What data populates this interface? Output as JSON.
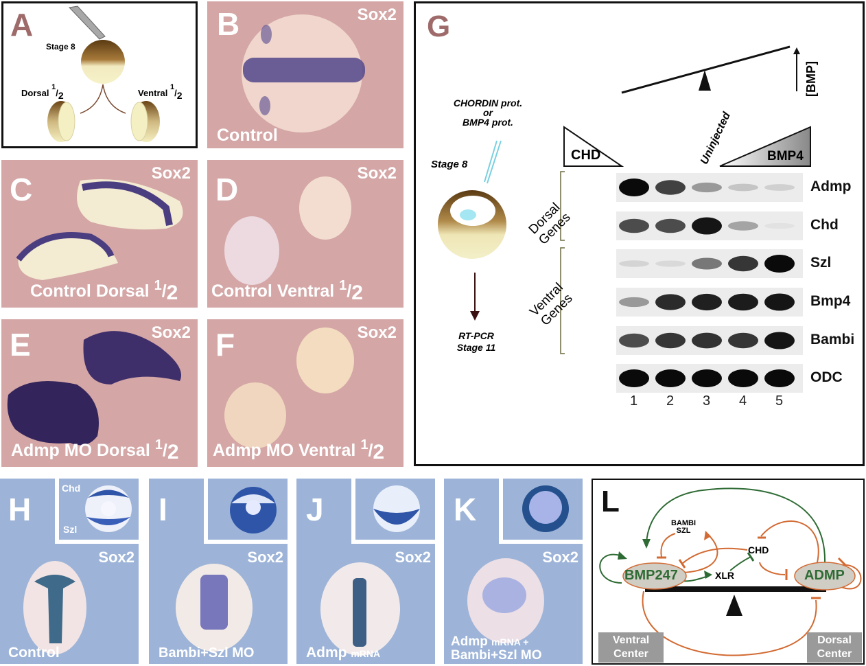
{
  "panels": {
    "A": {
      "letter": "A",
      "stage": "Stage 8",
      "dorsal": "Dorsal",
      "ventral": "Ventral",
      "frac_num": "1",
      "frac_den": "2"
    },
    "B": {
      "letter": "B",
      "marker": "Sox2",
      "caption": "Control"
    },
    "C": {
      "letter": "C",
      "marker": "Sox2",
      "caption": "Control Dorsal",
      "frac_num": "1",
      "frac_den": "2"
    },
    "D": {
      "letter": "D",
      "marker": "Sox2",
      "caption": "Control Ventral",
      "frac_num": "1",
      "frac_den": "2"
    },
    "E": {
      "letter": "E",
      "marker": "Sox2",
      "caption": "Admp MO Dorsal",
      "frac_num": "1",
      "frac_den": "2"
    },
    "F": {
      "letter": "F",
      "marker": "Sox2",
      "caption": "Admp  MO Ventral",
      "frac_num": "1",
      "frac_den": "2"
    },
    "G": {
      "letter": "G",
      "injection_line1": "CHORDIN prot.",
      "injection_line2": "or",
      "injection_line3": "BMP4 prot.",
      "stage": "Stage 8",
      "readout_line1": "RT-PCR",
      "readout_line2": "Stage 11",
      "bmp_axis": "[BMP]",
      "chd_label": "CHD",
      "uninjected_label": "Uninjected",
      "bmp4_label": "BMP4",
      "group_dorsal_1": "Dorsal",
      "group_dorsal_2": "Genes",
      "group_ventral_1": "Ventral",
      "group_ventral_2": "Genes",
      "lanes": [
        "1",
        "2",
        "3",
        "4",
        "5"
      ],
      "genes": [
        {
          "name": "Admp",
          "group": "dorsal",
          "intensity": [
            1.0,
            0.75,
            0.35,
            0.15,
            0.1
          ]
        },
        {
          "name": "Chd",
          "group": "dorsal",
          "intensity": [
            0.7,
            0.7,
            0.95,
            0.3,
            0.02
          ]
        },
        {
          "name": "Szl",
          "group": "ventral",
          "intensity": [
            0.08,
            0.06,
            0.5,
            0.8,
            1.0
          ]
        },
        {
          "name": "Bmp4",
          "group": "ventral",
          "intensity": [
            0.35,
            0.85,
            0.9,
            0.92,
            0.95
          ]
        },
        {
          "name": "Bambi",
          "group": "ventral",
          "intensity": [
            0.7,
            0.8,
            0.82,
            0.8,
            0.95
          ]
        },
        {
          "name": "ODC",
          "group": "control",
          "intensity": [
            1.0,
            1.0,
            1.0,
            1.0,
            1.0
          ]
        }
      ]
    },
    "H": {
      "letter": "H",
      "marker": "Sox2",
      "caption": "Control",
      "inset_chd": "Chd",
      "inset_szl": "Szl"
    },
    "I": {
      "letter": "I",
      "marker": "Sox2",
      "caption": "Bambi+Szl MO"
    },
    "J": {
      "letter": "J",
      "marker": "Sox2",
      "caption_main": "Admp",
      "caption_small": "mRNA"
    },
    "K": {
      "letter": "K",
      "marker": "Sox2",
      "caption_main": "Admp",
      "caption_small": "mRNA +",
      "caption_line2": "Bambi+Szl MO"
    },
    "L": {
      "letter": "L",
      "bmp_node": "BMP247",
      "admp_node": "ADMP",
      "bambi": "BAMBI",
      "szl": "SZL",
      "chd": "CHD",
      "xlr": "XLR",
      "ventral_center_1": "Ventral",
      "ventral_center_2": "Center",
      "dorsal_center_1": "Dorsal",
      "dorsal_center_2": "Center"
    }
  },
  "colors": {
    "letter_mauve": "#9e6a6a",
    "pink_bg": "#d4a6a6",
    "blue_bg": "#9db4d8",
    "activation_green": "#2e6b34",
    "inhibition_orange": "#d26a32",
    "node_fill": "#d0cdc5"
  }
}
